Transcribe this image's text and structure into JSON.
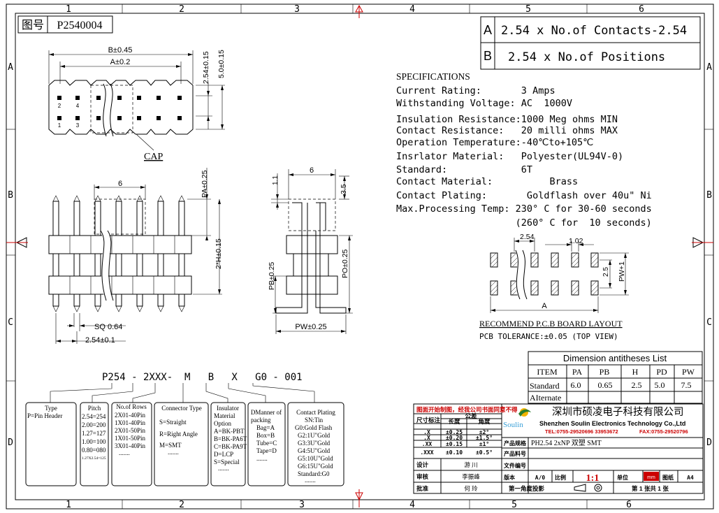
{
  "drawing_no": {
    "label": "图号",
    "value": "P2540004"
  },
  "zones": {
    "columns": [
      "1",
      "2",
      "3",
      "4",
      "5",
      "6"
    ],
    "rows": [
      "A",
      "B",
      "C",
      "D"
    ]
  },
  "part_names": {
    "A": "2.54 x No.of Contacts-2.54",
    "B": "2.54 x No.of Positions"
  },
  "specifications": {
    "title": "SPECIFICATIONS",
    "lines": [
      "Current Rating:       3 Amps",
      "Withstanding Voltage: AC  1000V",
      "Insulation Resistance:1000 Meg ohms MIN",
      "Contact Resistance:   20 milli ohms MAX",
      "Operation Temperature:-40℃to+105℃",
      "Insrlator Material:   Polyester(UL94V-0)",
      "Standard:             6T",
      "Contact Material:          Brass",
      "Contact Plating:       Goldflash over 40u\" Ni",
      "Max.Processing Temp: 230° C for 30-60 seconds",
      "                     (260° C for  10 seconds)"
    ]
  },
  "top_view": {
    "dim_b": "B±0.45",
    "dim_a": "A±0.2",
    "dim_pitch": "2.54±0.15",
    "dim_width": "5.0±0.15",
    "pin_labels": [
      "2",
      "4",
      "1",
      "3"
    ],
    "cap_label": "CAP"
  },
  "side_view": {
    "dim_6": "6",
    "dim_pa": "PA±0.25",
    "dim_h": "2*H±0.15",
    "dim_sq": "SQ 0.64",
    "dim_pitch": "2.54±0.1"
  },
  "end_view": {
    "dim_6": "6",
    "dim_11": "1.1",
    "dim_35": "3.5",
    "dim_pb": "PB±0.25",
    "dim_po": "PO±0.25",
    "dim_pw": "PW±0.25"
  },
  "pcb_layout": {
    "dim_254": "2.54",
    "dim_102": "1.02",
    "dim_25": "2.5",
    "dim_pw": "PW+1",
    "dim_a": "A",
    "title": "RECOMMEND P.C.B BOARD LAYOUT",
    "tolerance": "PCB TOLERANCE:±0.05 (TOP VIEW)"
  },
  "dimension_table": {
    "title": "Dimension antitheses List",
    "headers": [
      "ITEM",
      "PA",
      "PB",
      "H",
      "PD",
      "PW"
    ],
    "rows": [
      [
        "Standard",
        "6.0",
        "0.65",
        "2.5",
        "5.0",
        "7.5"
      ],
      [
        "AIternate",
        "",
        "",
        "",
        "",
        ""
      ]
    ]
  },
  "part_number": {
    "code": "P254 - 2XXX-  M   B   X   G0 - 001"
  },
  "legend_boxes": [
    {
      "title": "Type",
      "lines": [
        "P=Pin Header"
      ]
    },
    {
      "title": "Pitch",
      "lines": [
        "2.54=254",
        "2.00=200",
        "1.27=127",
        "1.00=100",
        "0.80=080",
        "1.27X2.54=125"
      ]
    },
    {
      "title": "No.of Rows",
      "lines": [
        "2X01-40Pin",
        "1X01-40Pin",
        "2X01-50Pin",
        "1X01-50Pin",
        "3X01-40Pin",
        "......."
      ]
    },
    {
      "title": "Connector Type",
      "lines": [
        "S=Straight",
        "R=Right Angle",
        "M=SMT",
        "......."
      ]
    },
    {
      "title": "Insulator",
      "lines": [
        "Material",
        "Option",
        "A=BK-PBT",
        "B=BK-PA6T",
        "C=BK-PA9T",
        "D=LCP",
        "S=Special",
        "......."
      ]
    },
    {
      "title": "DManner of",
      "lines": [
        "packing",
        "Bag=A",
        "Box=B",
        "Tube=C",
        "Tape=D",
        "......."
      ]
    },
    {
      "title": "Contact Plating",
      "lines": [
        "SN:Tin",
        "G0:Gold Flash",
        "G2:1U\"Gold",
        "G3:3U\"Gold",
        "G4:5U\"Gold",
        "G5:10U\"Gold",
        "G6:15U\"Gold",
        "Standard:G0",
        "......."
      ]
    }
  ],
  "title_block": {
    "company_cn": "深圳市硕凌电子科技有限公司",
    "company_en": "Shenzhen Soulin Electronics Technology Co.,Ltd",
    "logo": "Soulin",
    "tel": "TEL:0755-29520696 33953672",
    "fax": "FAX:0755-29520796",
    "header_red": "图面开始制图，经我公司书面同意不得",
    "tol_label": "尺寸标注",
    "tol_head": "公差",
    "tol_cols": [
      "长度",
      "角度"
    ],
    "tol_rows": [
      [
        ".X",
        "±0.25",
        "±2°"
      ],
      [
        ".X",
        "±0.20",
        "±1.5°"
      ],
      [
        ".XX",
        "±0.15",
        "±1°"
      ],
      [
        ".XXX",
        "±0.10",
        "±0.5°"
      ]
    ],
    "product_name_label": "产品规格",
    "product_name": "PH2.54 2xNP 双塑 SMT",
    "product_no_label": "产品料号",
    "design_label": "设计",
    "design_name": "游 川",
    "review_label": "审核",
    "review_name": "李振峰",
    "approve_label": "批准",
    "approve_name": "何 玲",
    "file_no_label": "文件编号",
    "version_label": "版本",
    "version": "A/0",
    "scale_label": "比例",
    "scale": "1:1",
    "unit_label": "单位",
    "unit": "mm",
    "size_label": "图纸",
    "size": "A4",
    "angle_label": "第一角度投影",
    "sheet": "第 1 张共 1 张"
  }
}
